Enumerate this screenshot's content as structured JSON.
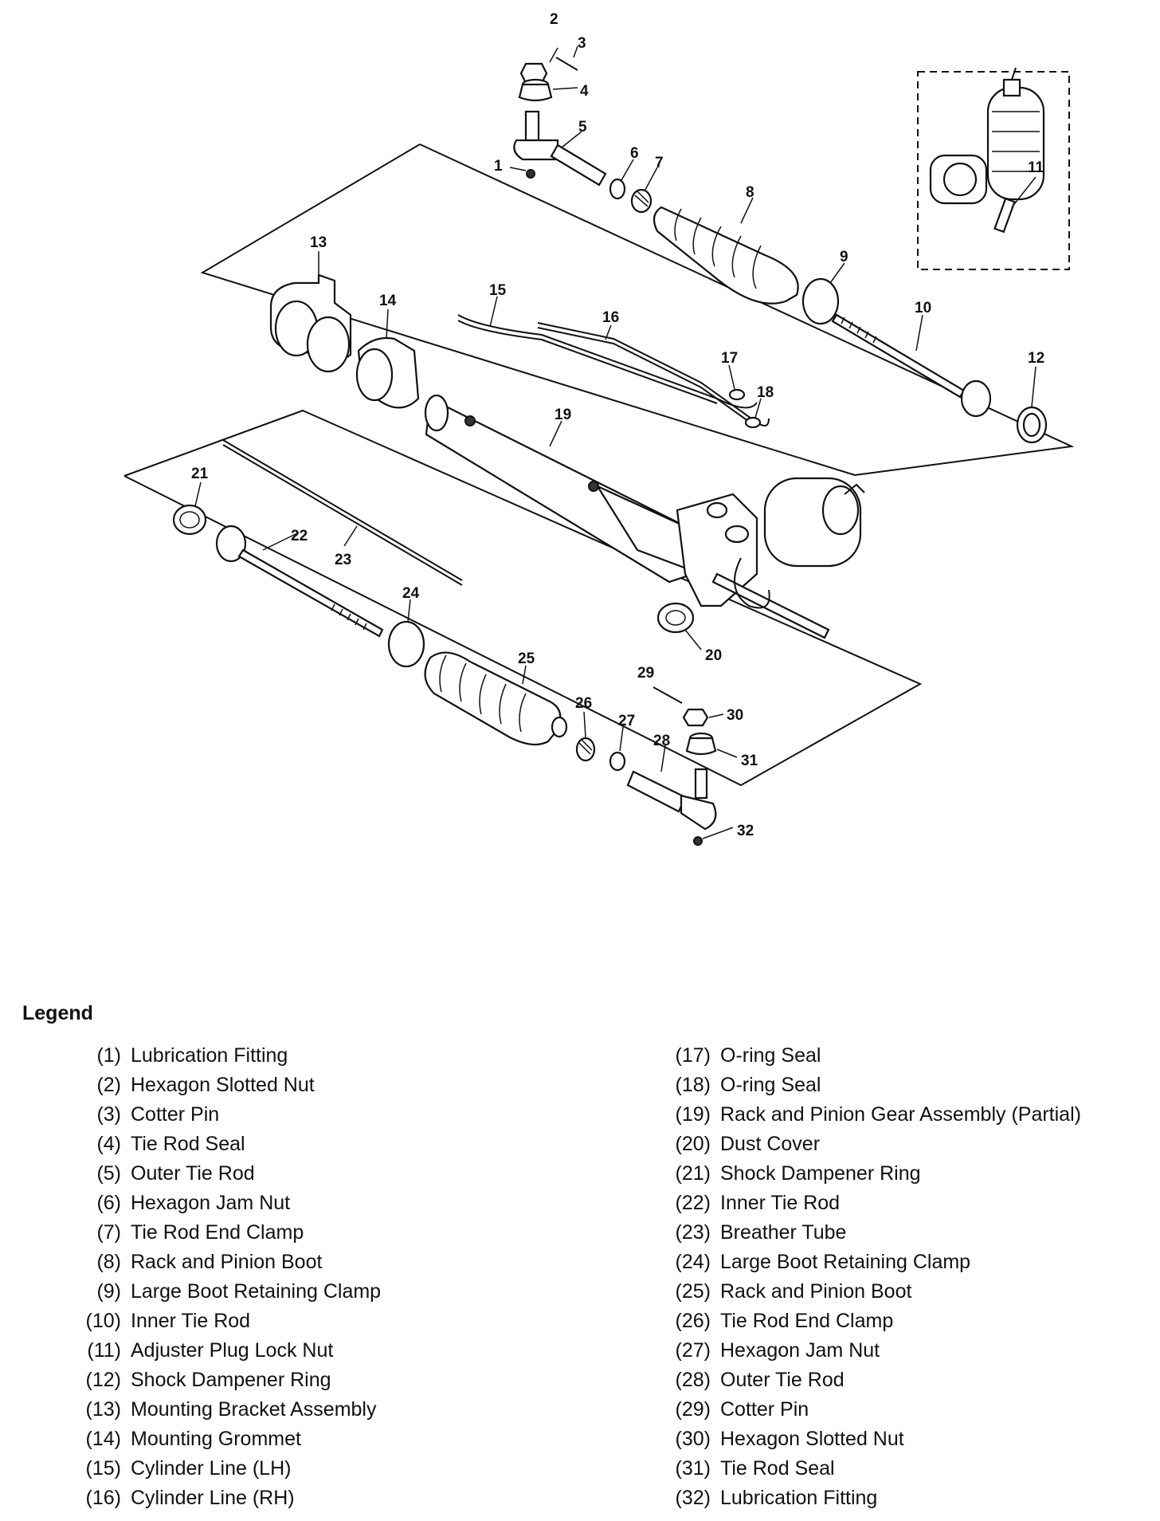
{
  "diagram": {
    "callouts": [
      "1",
      "2",
      "3",
      "4",
      "5",
      "6",
      "7",
      "8",
      "9",
      "10",
      "11",
      "12",
      "13",
      "14",
      "15",
      "16",
      "17",
      "18",
      "19",
      "20",
      "21",
      "22",
      "23",
      "24",
      "25",
      "26",
      "27",
      "28",
      "29",
      "30",
      "31",
      "32"
    ]
  },
  "legend": {
    "title": "Legend",
    "left": [
      {
        "num": "(1)",
        "label": "Lubrication Fitting"
      },
      {
        "num": "(2)",
        "label": "Hexagon Slotted Nut"
      },
      {
        "num": "(3)",
        "label": "Cotter Pin"
      },
      {
        "num": "(4)",
        "label": "Tie Rod Seal"
      },
      {
        "num": "(5)",
        "label": "Outer Tie Rod"
      },
      {
        "num": "(6)",
        "label": "Hexagon Jam Nut"
      },
      {
        "num": "(7)",
        "label": "Tie Rod End Clamp"
      },
      {
        "num": "(8)",
        "label": "Rack and Pinion Boot"
      },
      {
        "num": "(9)",
        "label": "Large Boot Retaining Clamp"
      },
      {
        "num": "(10)",
        "label": "Inner Tie Rod"
      },
      {
        "num": "(11)",
        "label": "Adjuster Plug Lock Nut"
      },
      {
        "num": "(12)",
        "label": "Shock Dampener Ring"
      },
      {
        "num": "(13)",
        "label": "Mounting Bracket Assembly"
      },
      {
        "num": "(14)",
        "label": "Mounting Grommet"
      },
      {
        "num": "(15)",
        "label": "Cylinder Line (LH)"
      },
      {
        "num": "(16)",
        "label": "Cylinder Line (RH)"
      }
    ],
    "right": [
      {
        "num": "(17)",
        "label": "O-ring Seal"
      },
      {
        "num": "(18)",
        "label": "O-ring Seal"
      },
      {
        "num": "(19)",
        "label": "Rack and Pinion Gear Assembly (Partial)"
      },
      {
        "num": "(20)",
        "label": "Dust Cover"
      },
      {
        "num": "(21)",
        "label": "Shock Dampener Ring"
      },
      {
        "num": "(22)",
        "label": "Inner Tie Rod"
      },
      {
        "num": "(23)",
        "label": "Breather Tube"
      },
      {
        "num": "(24)",
        "label": "Large Boot Retaining Clamp"
      },
      {
        "num": "(25)",
        "label": "Rack and Pinion Boot"
      },
      {
        "num": "(26)",
        "label": "Tie Rod End Clamp"
      },
      {
        "num": "(27)",
        "label": "Hexagon Jam Nut"
      },
      {
        "num": "(28)",
        "label": "Outer Tie Rod"
      },
      {
        "num": "(29)",
        "label": "Cotter Pin"
      },
      {
        "num": "(30)",
        "label": "Hexagon Slotted Nut"
      },
      {
        "num": "(31)",
        "label": "Tie Rod Seal"
      },
      {
        "num": "(32)",
        "label": "Lubrication Fitting"
      }
    ]
  }
}
